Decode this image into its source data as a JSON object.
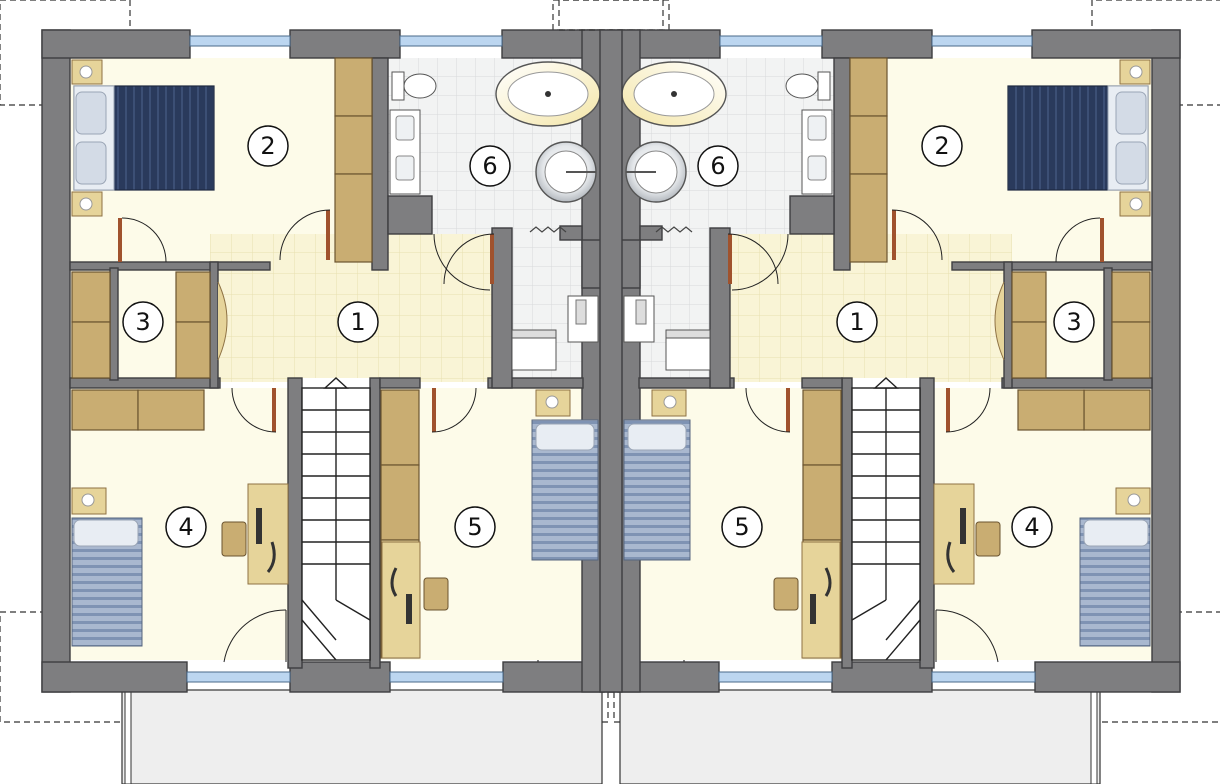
{
  "colors": {
    "wall": "#7e7e80",
    "wall_dark": "#555557",
    "floor_room": "#fdfbe9",
    "floor_tile": "#f9f4d6",
    "tile_line": "#e8dfb0",
    "bath_tile": "#f2f3f3",
    "bath_line": "#d8dadb",
    "wardrobe": "#c9ad72",
    "wardrobe_dark": "#8e7244",
    "desk": "#e6d49a",
    "bed_navy": "#2a3a5c",
    "bed_blue": "#a9b8cf",
    "pillow": "#e8edf3",
    "stair": "#ffffff",
    "balcony": "#eeeeee",
    "window": "#bcd6f0",
    "door_frame": "#a0522d"
  },
  "rooms": [
    {
      "id": "left-1",
      "label": "1"
    },
    {
      "id": "left-2",
      "label": "2"
    },
    {
      "id": "left-3",
      "label": "3"
    },
    {
      "id": "left-4",
      "label": "4"
    },
    {
      "id": "left-5",
      "label": "5"
    },
    {
      "id": "left-6",
      "label": "6"
    },
    {
      "id": "right-6",
      "label": "6"
    },
    {
      "id": "right-5",
      "label": "5"
    },
    {
      "id": "right-2",
      "label": "2"
    },
    {
      "id": "right-1",
      "label": "1"
    },
    {
      "id": "right-3",
      "label": "3"
    },
    {
      "id": "right-4",
      "label": "4"
    }
  ]
}
